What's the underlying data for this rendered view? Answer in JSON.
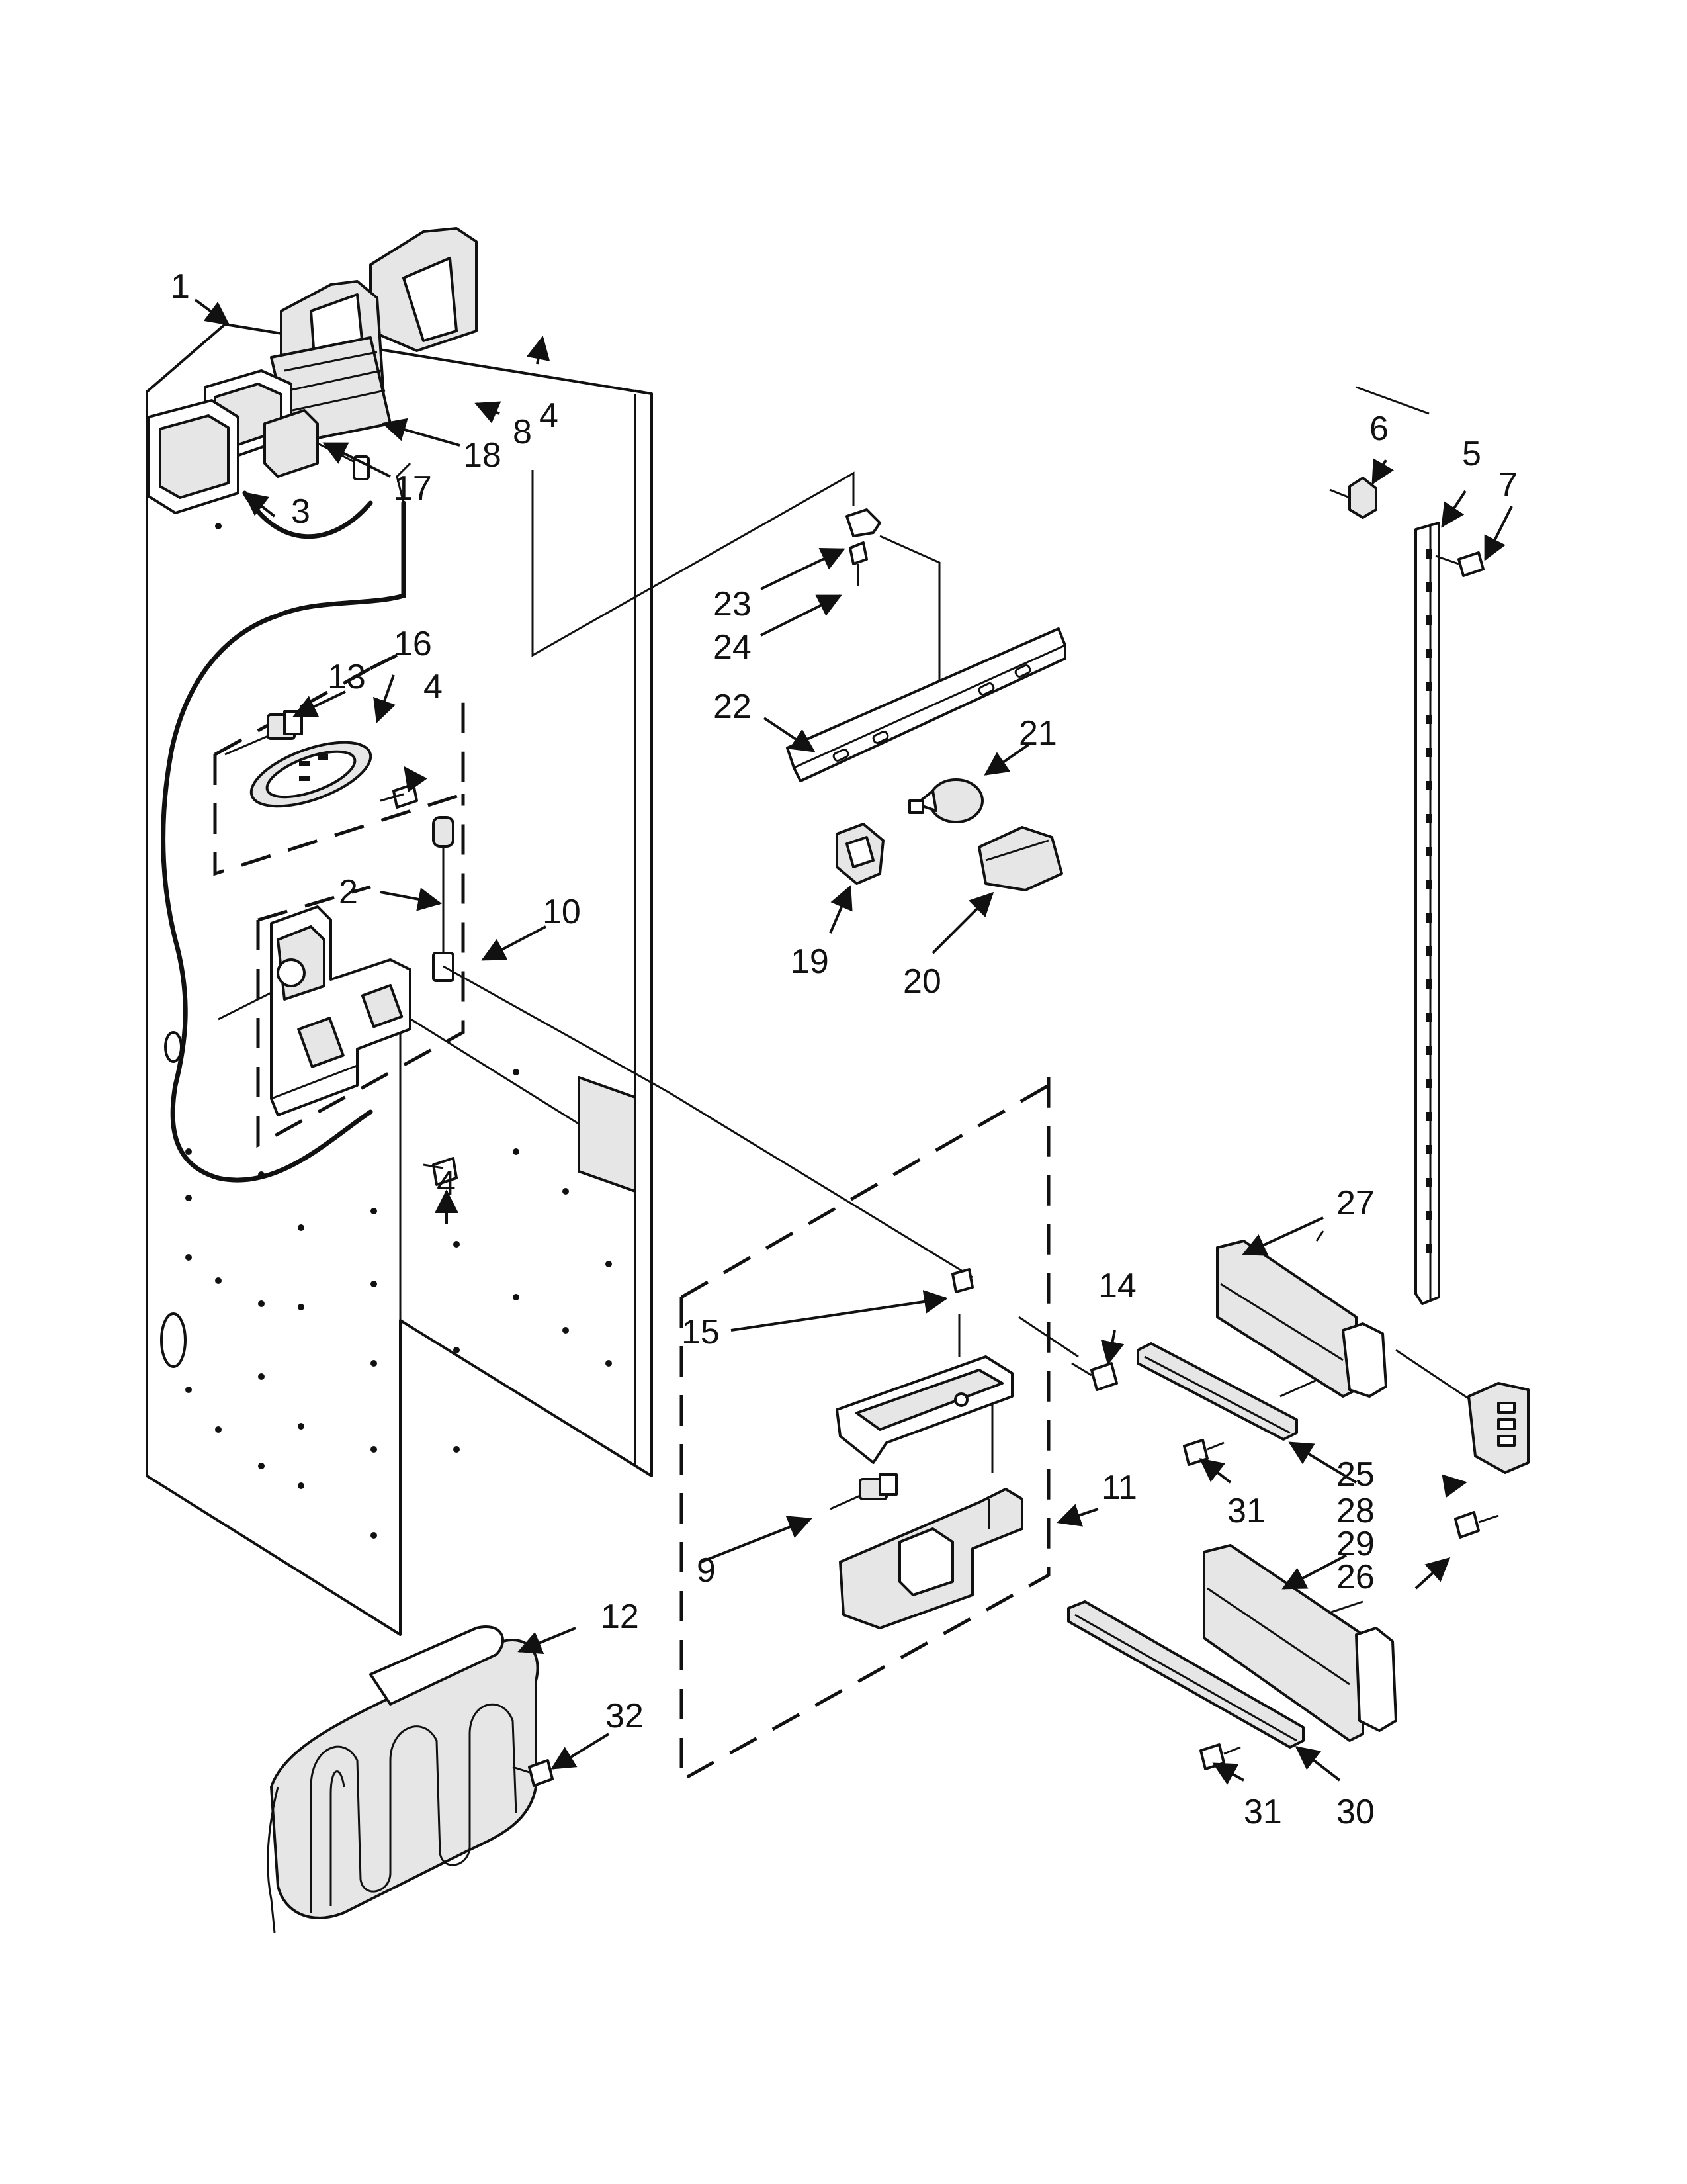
{
  "callouts": {
    "c1": "1",
    "c2": "2",
    "c3": "3",
    "c4a": "4",
    "c4b": "4",
    "c4c": "4",
    "c5": "5",
    "c6": "6",
    "c7": "7",
    "c8": "8",
    "c9": "9",
    "c10": "10",
    "c11": "11",
    "c12": "12",
    "c13": "13",
    "c14": "14",
    "c15": "15",
    "c16": "16",
    "c17": "17",
    "c18": "18",
    "c19": "19",
    "c20": "20",
    "c21": "21",
    "c22": "22",
    "c23": "23",
    "c24": "24",
    "c25": "25",
    "c26": "26",
    "c27": "27",
    "c28": "28",
    "c29": "29",
    "c30": "30",
    "c31a": "31",
    "c31b": "31",
    "c32": "32"
  }
}
